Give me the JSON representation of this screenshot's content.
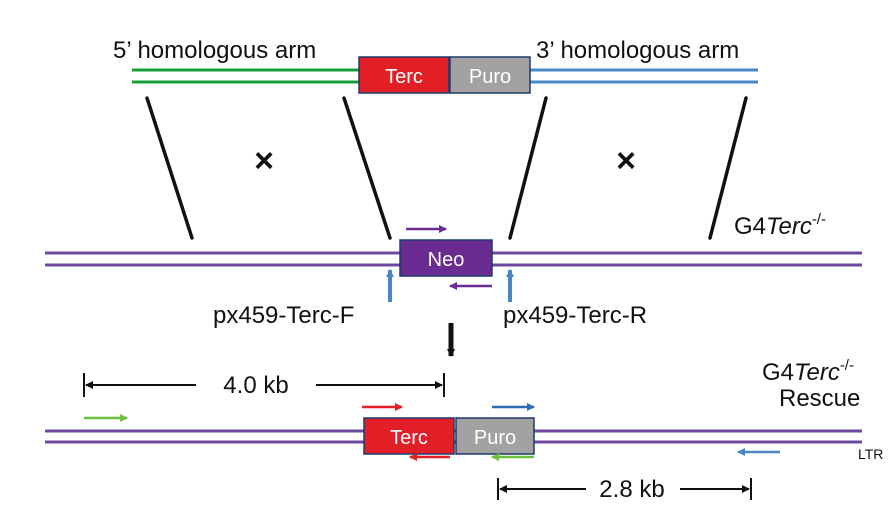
{
  "labels": {
    "arm_5": "5’ homologous arm",
    "arm_3": "3’ homologous arm",
    "genotype_prefix": "G4",
    "genotype_gene": "Terc",
    "genotype_superscript": "-/-",
    "rescue": "Rescue",
    "primer_f": "px459-Terc-F",
    "primer_r": "px459-Terc-R",
    "dist_left": "4.0 kb",
    "dist_right": "2.8 kb",
    "ltr": "LTR",
    "crossover_mark": "×"
  },
  "boxes": {
    "terc": "Terc",
    "puro": "Puro",
    "neo": "Neo"
  },
  "colors": {
    "green_arm": "#1a9e3a",
    "blue_arm": "#4a86c6",
    "chromosome": "#6e4a9e",
    "terc": "#e21f26",
    "puro": "#a2a2a2",
    "neo": "#6a2c91",
    "primer_green": "#6cbf3f",
    "primer_blue": "#2f6db3",
    "primer_red": "#e21f26",
    "primer_purple": "#6a2c91"
  }
}
